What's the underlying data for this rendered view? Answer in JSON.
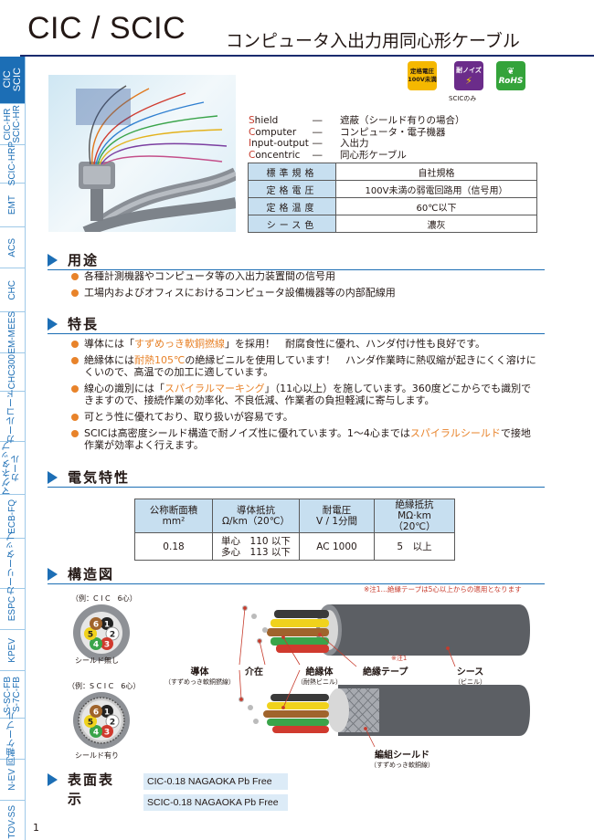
{
  "header": {
    "title": "CIC / SCIC",
    "subtitle": "コンピュータ入出力用同心形ケーブル"
  },
  "sidebar": {
    "tabs": [
      {
        "label": "CIC\nSCIC",
        "active": true
      },
      {
        "label": "CIC-HR\nSCIC-HR",
        "active": false
      },
      {
        "label": "SCIC-HRP",
        "active": false
      },
      {
        "label": "EMT",
        "active": false
      },
      {
        "label": "ACS",
        "active": false
      },
      {
        "label": "CHC",
        "active": false
      },
      {
        "label": "EM-MEES",
        "active": false
      },
      {
        "label": "CHC300",
        "active": false
      },
      {
        "label": "カールコード",
        "active": false
      },
      {
        "label": "マグネタップ\nカール",
        "active": false
      },
      {
        "label": "ECB-FQ",
        "active": false
      },
      {
        "label": "カーリータップ",
        "active": false
      },
      {
        "label": "ESPC",
        "active": false
      },
      {
        "label": "KPEV",
        "active": false
      },
      {
        "label": "S-SC-FB\nS-7C-FB",
        "active": false
      },
      {
        "label": "同軸ケーブル",
        "active": false
      },
      {
        "label": "N-EV",
        "active": false
      },
      {
        "label": "TOV-SS",
        "active": false
      }
    ]
  },
  "badges": {
    "voltage": "定格電圧\n100V未満",
    "noise": "耐ノイズ",
    "noise_note": "SCICのみ",
    "rohs": "RoHS"
  },
  "legend": [
    {
      "initial": "S",
      "rest": "hield",
      "dash": "―",
      "meaning": "遮蔽（シールド有りの場合）"
    },
    {
      "initial": "C",
      "rest": "omputer",
      "dash": "―",
      "meaning": "コンピュータ・電子機器"
    },
    {
      "initial": "I",
      "rest": "nput-output",
      "dash": "―",
      "meaning": "入出力"
    },
    {
      "initial": "C",
      "rest": "oncentric",
      "dash": "―",
      "meaning": "同心形ケーブル"
    }
  ],
  "spec_table": [
    {
      "label": "標準規格",
      "value": "自社規格"
    },
    {
      "label": "定格電圧",
      "value": "100V未満の弱電回路用（信号用）"
    },
    {
      "label": "定格温度",
      "value": "60℃以下"
    },
    {
      "label": "シース色",
      "value": "濃灰"
    }
  ],
  "sections": {
    "usage": "用途",
    "features": "特長",
    "electrical": "電気特性",
    "structure": "構造図",
    "surface": "表面表示"
  },
  "usage_items": [
    "各種計測機器やコンピュータ等の入出力装置間の信号用",
    "工場内およびオフィスにおけるコンピュータ設備機器等の内部配線用"
  ],
  "features": [
    {
      "pre": "導体には「",
      "hl": "すずめっき軟銅撚線",
      "post": "」を採用！　耐腐食性に優れ、ハンダ付け性も良好です。"
    },
    {
      "pre": "絶縁体には",
      "hl": "耐熱105℃",
      "post": "の絶縁ビニルを使用しています！　ハンダ作業時に熱収縮が起きにくく溶けにくいので、高温での加工に適しています。"
    },
    {
      "pre": "線心の識別には「",
      "hl": "スパイラルマーキング",
      "post": "」（11心以上）を施しています。360度どこからでも識別できますので、接続作業の効率化、不良低減、作業者の負担軽減に寄与します。"
    },
    {
      "pre": "",
      "hl": "",
      "post": "可とう性に優れており、取り扱いが容易です。"
    },
    {
      "pre": "SCICは高密度シールド構造で耐ノイズ性に優れています。1～4心までは",
      "hl": "スパイラルシールド",
      "post": "で接地作業が効率よく行えます。"
    }
  ],
  "elec_table": {
    "headers": [
      {
        "main": "公称断面積",
        "unit": "mm²"
      },
      {
        "main": "導体抵抗",
        "unit": "Ω/km（20℃）"
      },
      {
        "main": "耐電圧",
        "unit": "V / 1分間"
      },
      {
        "main": "絶縁抵抗",
        "unit": "MΩ·km（20℃）"
      }
    ],
    "row": {
      "area": "0.18",
      "res_single": "単心　110 以下",
      "res_multi": "多心　113 以下",
      "voltage": "AC 1000",
      "insulation": "5　以上"
    }
  },
  "structure": {
    "note": "※注1…絶縁テープは5心以上からの適用となります",
    "cic_label": "（例：C I C　6心）",
    "cic_caption": "シールド無し",
    "scic_label": "（例：S C I C　6心）",
    "scic_caption": "シールド有り",
    "parts": {
      "conductor": "導体",
      "conductor_sub": "（すずめっき軟銅撚線）",
      "filler": "介在",
      "insulation": "絶縁体",
      "insulation_sub": "（耐熱ビニル）",
      "tape": "絶縁テープ",
      "tape_note": "※注1",
      "sheath": "シース",
      "sheath_sub": "（ビニル）",
      "shield": "編組シールド",
      "shield_sub": "（すずめっき軟銅線）"
    },
    "core_numbers": [
      "1",
      "2",
      "3",
      "4",
      "5",
      "6"
    ]
  },
  "surface": [
    "CIC-0.18  NAGAOKA  Pb Free",
    "SCIC-0.18  NAGAOKA  Pb Free"
  ],
  "page_number": "1",
  "colors": {
    "accent": "#1c6eb5",
    "highlight": "#e8832a",
    "table_header": "#c7dff0",
    "legend_initial": "#c73b2c"
  }
}
